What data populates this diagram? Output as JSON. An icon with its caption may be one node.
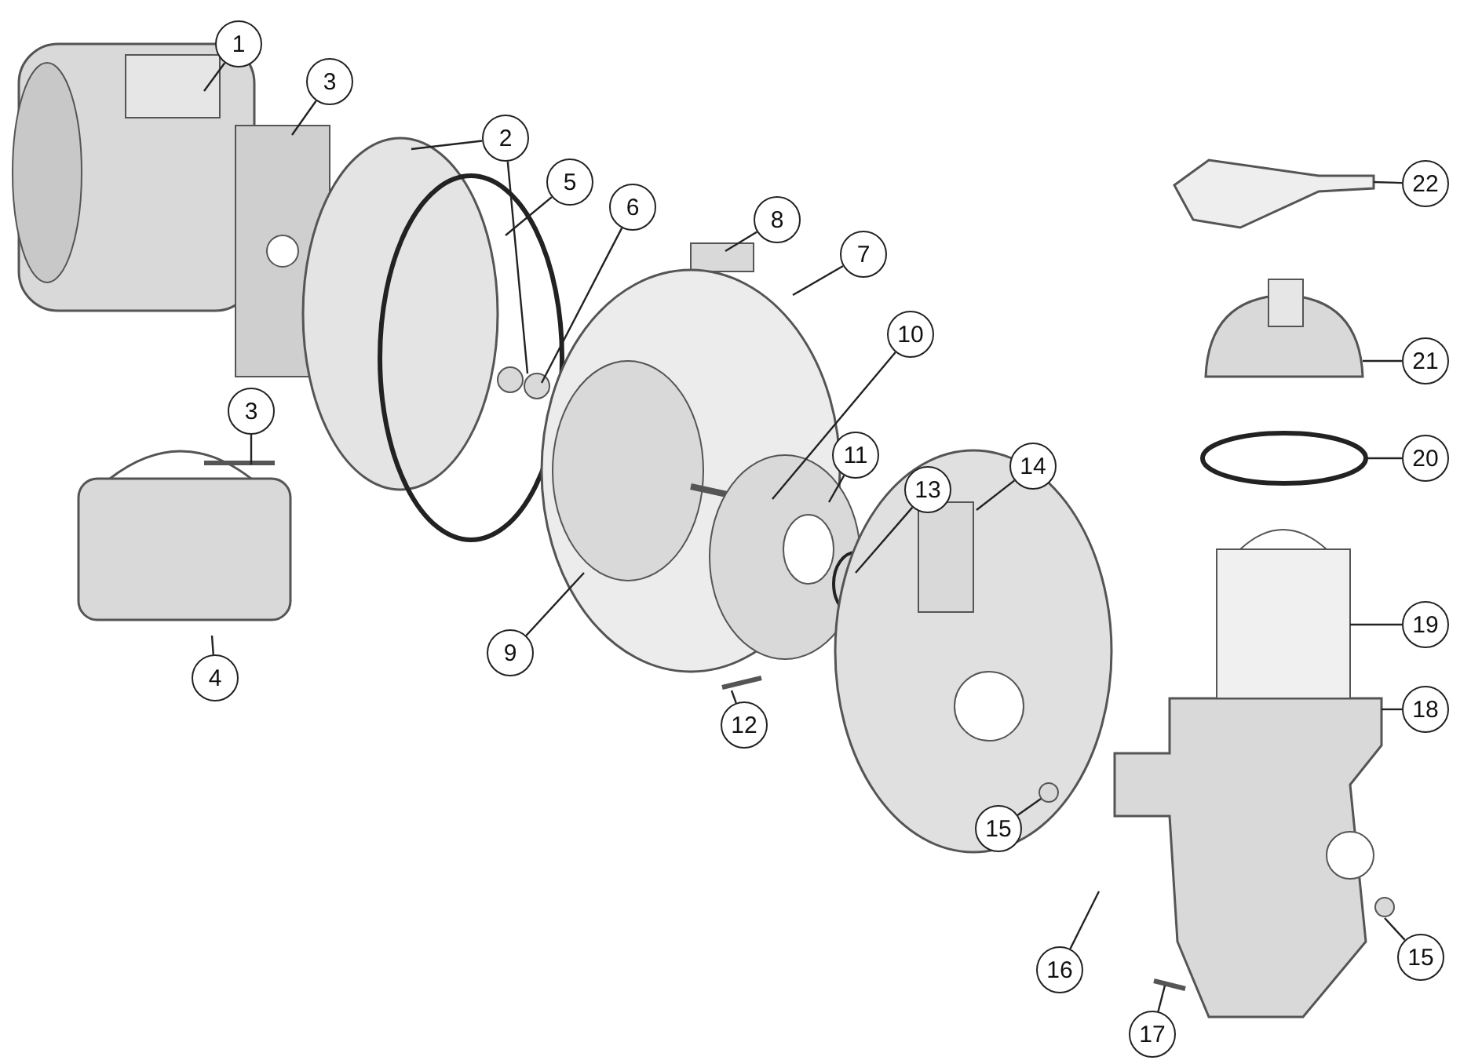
{
  "diagram": {
    "nodes": [
      {
        "text": [
          "1"
        ]
      },
      {
        "text": [
          "3"
        ]
      },
      {
        "text": [
          "2"
        ]
      },
      {
        "text": [
          "5"
        ]
      },
      {
        "text": [
          "22"
        ]
      },
      {
        "text": [
          "6"
        ]
      },
      {
        "text": [
          "8"
        ]
      },
      {
        "text": [
          "7"
        ]
      },
      {
        "text": [
          "10"
        ]
      },
      {
        "text": [
          "21"
        ]
      },
      {
        "text": [
          "3"
        ]
      },
      {
        "text": [
          "11"
        ]
      },
      {
        "text": [
          "20"
        ]
      },
      {
        "text": [
          "14"
        ]
      },
      {
        "text": [
          "13"
        ]
      },
      {
        "text": [
          "19"
        ]
      },
      {
        "text": [
          "9"
        ]
      },
      {
        "text": [
          "4"
        ]
      },
      {
        "text": [
          "18"
        ]
      },
      {
        "text": [
          "12"
        ]
      },
      {
        "text": [
          "15"
        ]
      },
      {
        "text": [
          "15"
        ]
      },
      {
        "text": [
          "16"
        ]
      },
      {
        "text": [
          "17"
        ]
      }
    ],
    "edges": [
      {
        "from": 0,
        "to": null,
        "arrow": "none"
      },
      {
        "from": 1,
        "to": null,
        "arrow": "none"
      },
      {
        "from": 2,
        "to": null,
        "arrow": "none"
      },
      {
        "from": 2,
        "to": null,
        "arrow": "none"
      },
      {
        "from": 3,
        "to": null,
        "arrow": "none"
      },
      {
        "from": 4,
        "to": null,
        "arrow": "none"
      },
      {
        "from": 5,
        "to": null,
        "arrow": "none"
      },
      {
        "from": 6,
        "to": null,
        "arrow": "none"
      },
      {
        "from": 7,
        "to": null,
        "arrow": "none"
      },
      {
        "from": 8,
        "to": null,
        "arrow": "none"
      },
      {
        "from": 9,
        "to": null,
        "arrow": "none"
      },
      {
        "from": 10,
        "to": null,
        "arrow": "none"
      },
      {
        "from": 11,
        "to": null,
        "arrow": "none"
      },
      {
        "from": 12,
        "to": null,
        "arrow": "none"
      },
      {
        "from": 13,
        "to": null,
        "arrow": "none"
      },
      {
        "from": 14,
        "to": null,
        "arrow": "none"
      },
      {
        "from": 15,
        "to": null,
        "arrow": "none"
      },
      {
        "from": 16,
        "to": null,
        "arrow": "none"
      },
      {
        "from": 17,
        "to": null,
        "arrow": "none"
      },
      {
        "from": 18,
        "to": null,
        "arrow": "none"
      },
      {
        "from": 19,
        "to": null,
        "arrow": "none"
      },
      {
        "from": 20,
        "to": null,
        "arrow": "none"
      },
      {
        "from": 21,
        "to": null,
        "arrow": "none"
      },
      {
        "from": 22,
        "to": null,
        "arrow": "none"
      },
      {
        "from": 23,
        "to": null,
        "arrow": "none"
      }
    ]
  }
}
